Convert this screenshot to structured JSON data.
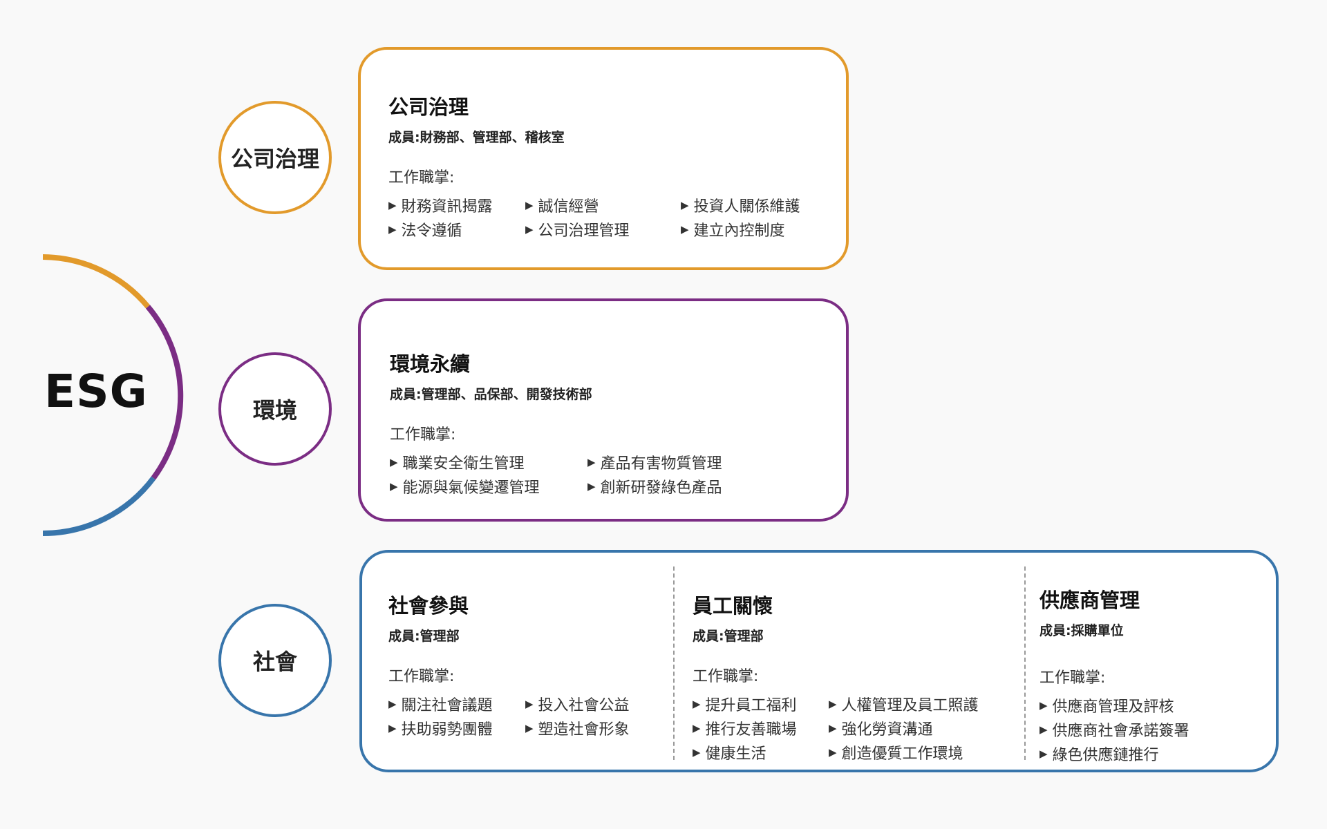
{
  "esg_label": "ESG",
  "colors": {
    "governance": "#e29a2b",
    "environment": "#7b2d84",
    "social": "#3875ab"
  },
  "categories": [
    {
      "label": "公司治理"
    },
    {
      "label": "環境"
    },
    {
      "label": "社會"
    }
  ],
  "governance": {
    "title": "公司治理",
    "members": "成員:財務部、管理部、稽核室",
    "duties_label": "工作職掌:",
    "duties": [
      "財務資訊揭露",
      "誠信經營",
      "投資人關係維護",
      "法令遵循",
      "公司治理管理",
      "建立內控制度"
    ]
  },
  "environment": {
    "title": "環境永續",
    "members": "成員:管理部、品保部、開發技術部",
    "duties_label": "工作職掌:",
    "duties": [
      "職業安全衛生管理",
      "產品有害物質管理",
      "能源與氣候變遷管理",
      "創新研發綠色產品"
    ]
  },
  "social": {
    "sections": [
      {
        "title": "社會參與",
        "members": "成員:管理部",
        "duties_label": "工作職掌:",
        "duties": [
          "關注社會議題",
          "投入社會公益",
          "扶助弱勢團體",
          "塑造社會形象"
        ]
      },
      {
        "title": "員工關懷",
        "members": "成員:管理部",
        "duties_label": "工作職掌:",
        "duties": [
          "提升員工福利",
          "人權管理及員工照護",
          "推行友善職場",
          "強化勞資溝通",
          "健康生活",
          "創造優質工作環境"
        ]
      },
      {
        "title": "供應商管理",
        "members": "成員:採購單位",
        "duties_label": "工作職掌:",
        "duties": [
          "供應商管理及評核",
          "供應商社會承諾簽署",
          "綠色供應鏈推行"
        ]
      }
    ]
  }
}
